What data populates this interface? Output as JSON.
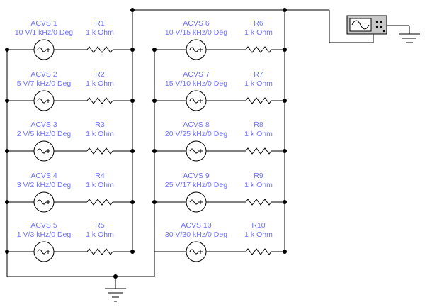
{
  "left_bank": [
    {
      "source": {
        "name": "ACVS 1",
        "spec": "10 V/1 kHz/0 Deg"
      },
      "resistor": {
        "name": "R1",
        "value": "1 k Ohm"
      }
    },
    {
      "source": {
        "name": "ACVS 2",
        "spec": "5 V/7 kHz/0 Deg"
      },
      "resistor": {
        "name": "R2",
        "value": "1 k Ohm"
      }
    },
    {
      "source": {
        "name": "ACVS 3",
        "spec": "2 V/5 kHz/0 Deg"
      },
      "resistor": {
        "name": "R3",
        "value": "1 k Ohm"
      }
    },
    {
      "source": {
        "name": "ACVS 4",
        "spec": "3 V/2 kHz/0 Deg"
      },
      "resistor": {
        "name": "R4",
        "value": "1 k Ohm"
      }
    },
    {
      "source": {
        "name": "ACVS 5",
        "spec": "1 V/3 kHz/0 Deg"
      },
      "resistor": {
        "name": "R5",
        "value": "1 k Ohm"
      }
    }
  ],
  "right_bank": [
    {
      "source": {
        "name": "ACVS 6",
        "spec": "10 V/15 kHz/0 Deg"
      },
      "resistor": {
        "name": "R6",
        "value": "1 k Ohm"
      }
    },
    {
      "source": {
        "name": "ACVS 7",
        "spec": "15 V/10 kHz/0 Deg"
      },
      "resistor": {
        "name": "R7",
        "value": "1 k Ohm"
      }
    },
    {
      "source": {
        "name": "ACVS 8",
        "spec": "20 V/25 kHz/0 Deg"
      },
      "resistor": {
        "name": "R8",
        "value": "1 k Ohm"
      }
    },
    {
      "source": {
        "name": "ACVS 9",
        "spec": "25 V/17 kHz/0 Deg"
      },
      "resistor": {
        "name": "R9",
        "value": "1 k Ohm"
      }
    },
    {
      "source": {
        "name": "ACVS 10",
        "spec": "30 V/30 kHz/0 Deg"
      },
      "resistor": {
        "name": "R10",
        "value": "1 k Ohm"
      }
    }
  ],
  "colors": {
    "label": "#6f72ff",
    "wire": "#000000",
    "scope_body": "#c8c8c8",
    "scope_screen": "#ffffff"
  },
  "icons": {
    "source": "ac-voltage-source-icon",
    "resistor": "resistor-icon",
    "ground": "ground-icon",
    "scope": "oscilloscope-icon"
  }
}
